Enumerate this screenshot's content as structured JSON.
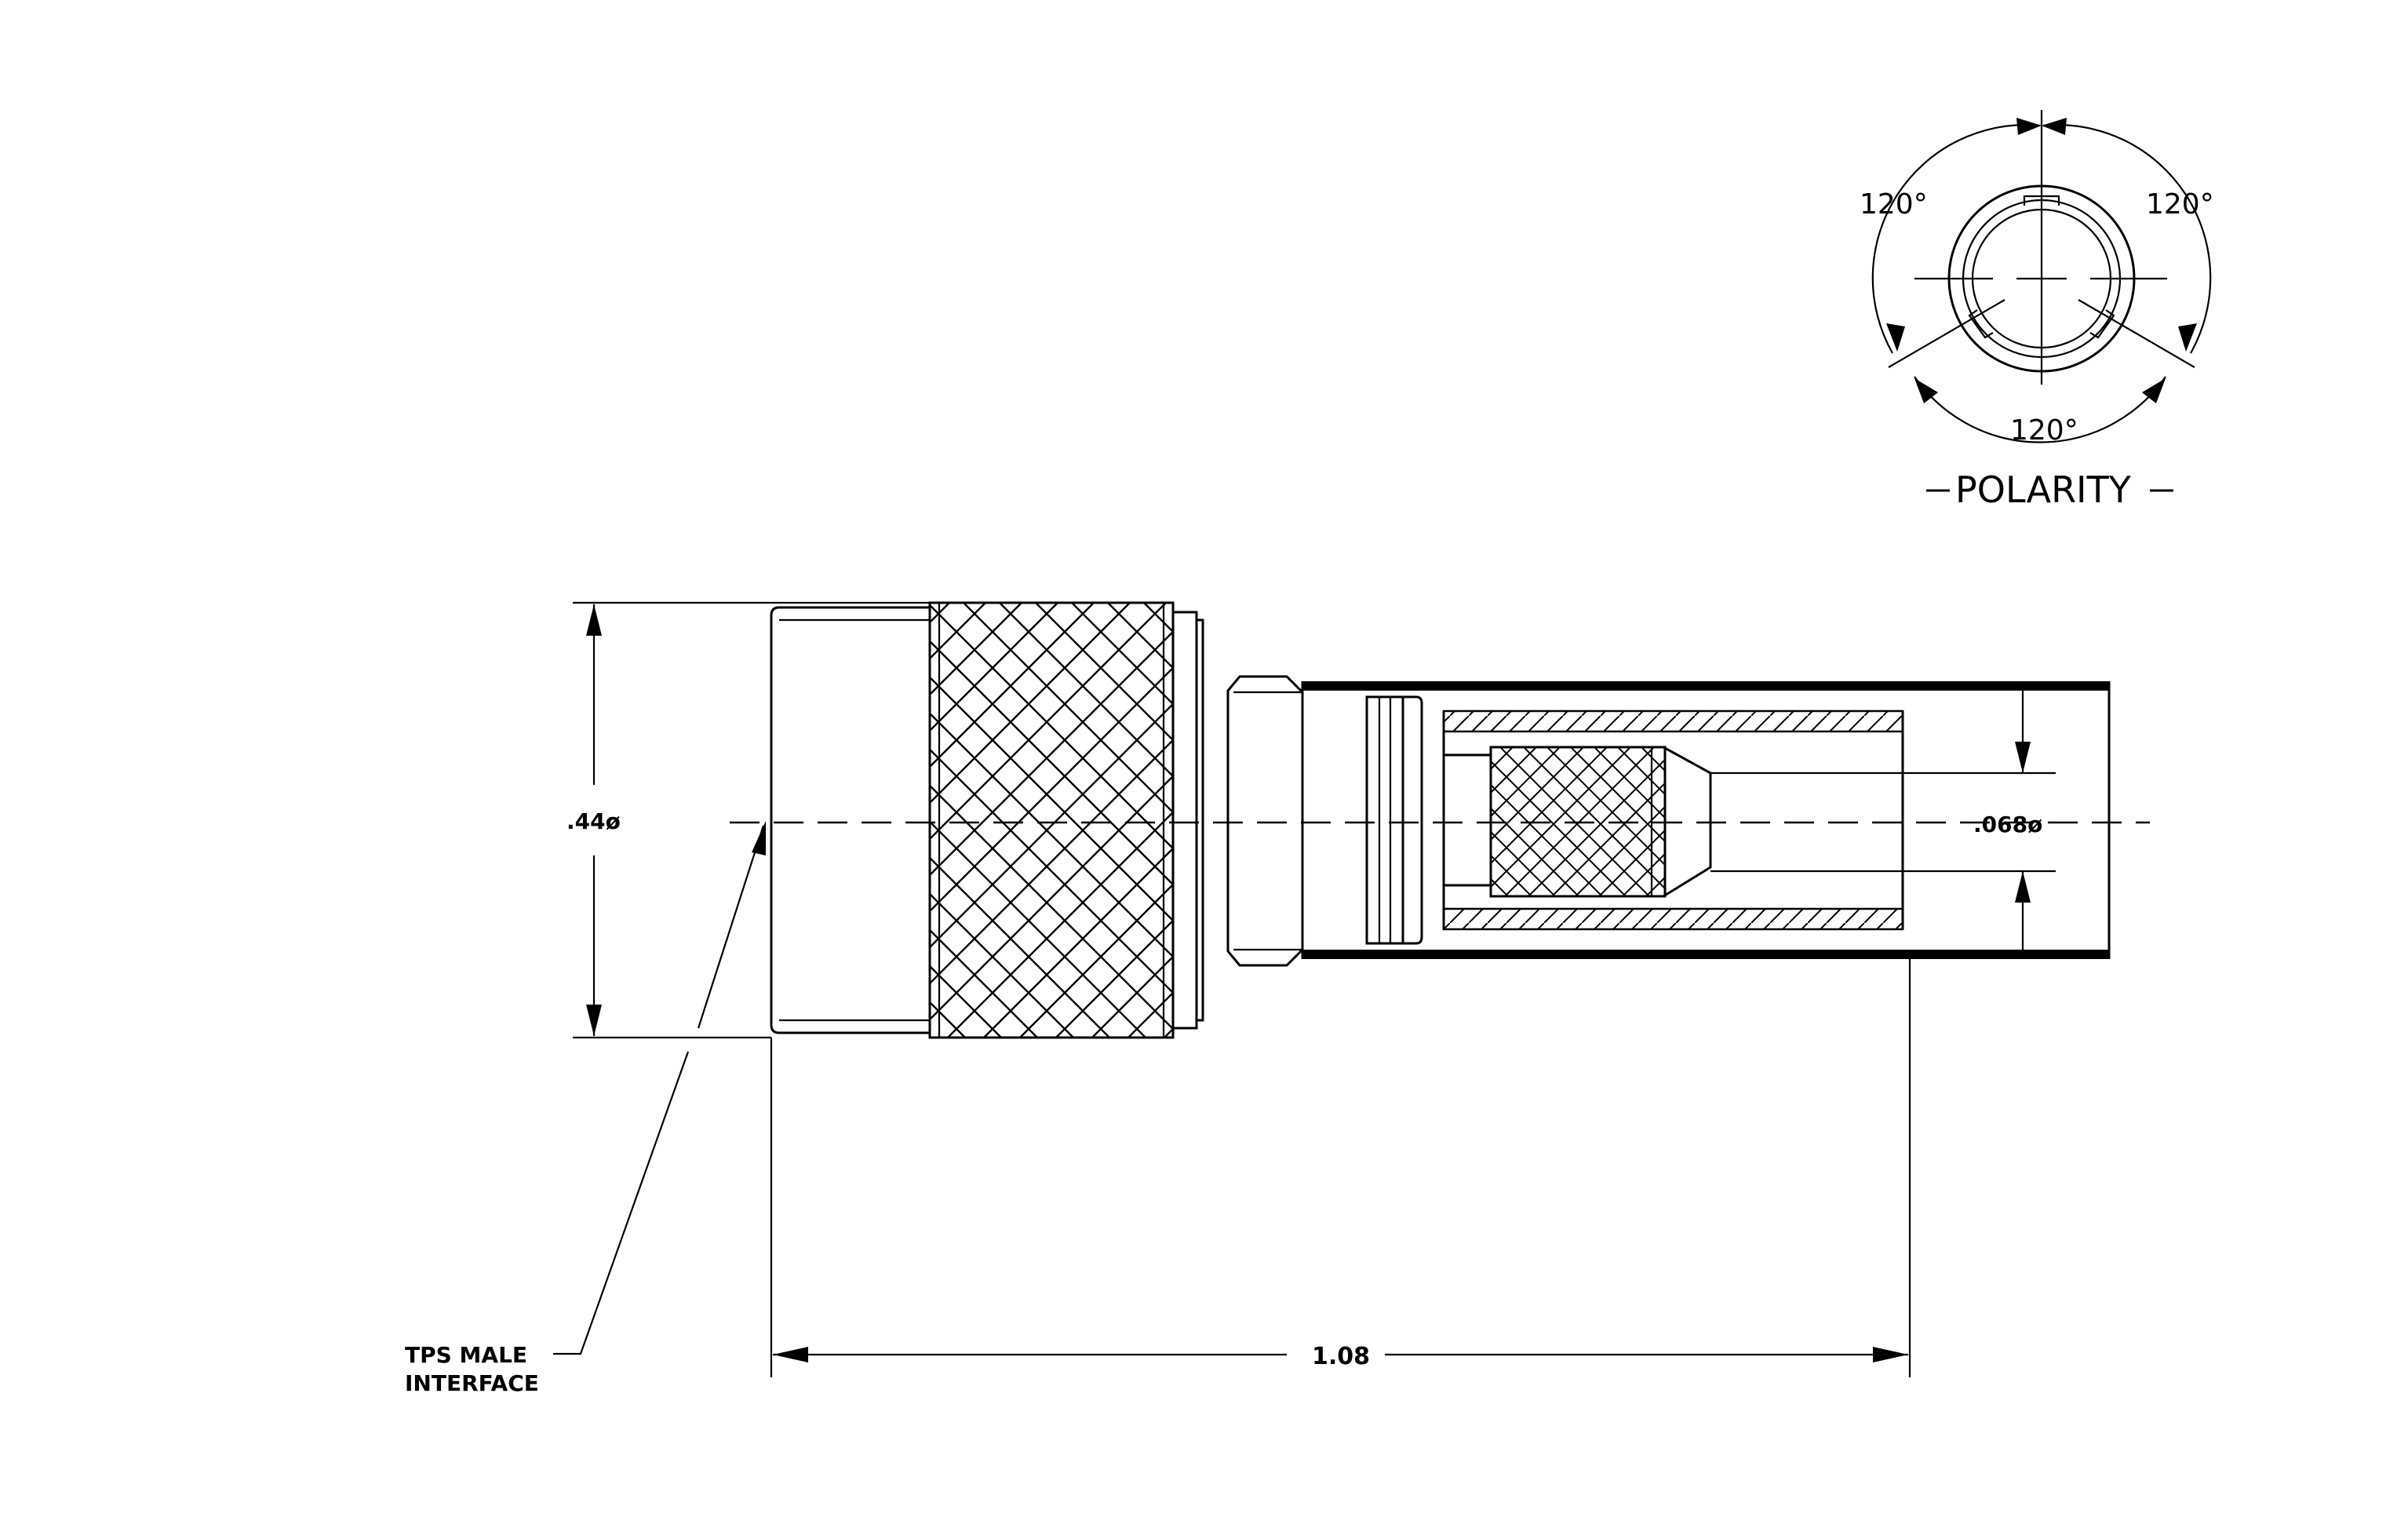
{
  "polarity": {
    "title": "POLARITY",
    "angle_top_left": "120°",
    "angle_top_right": "120°",
    "angle_bottom": "120°"
  },
  "dimensions": {
    "outer_diameter": ".44ø",
    "pin_diameter": ".068ø",
    "overall_length": "1.08"
  },
  "callout": {
    "line1": "TPS MALE",
    "line2": "INTERFACE"
  }
}
